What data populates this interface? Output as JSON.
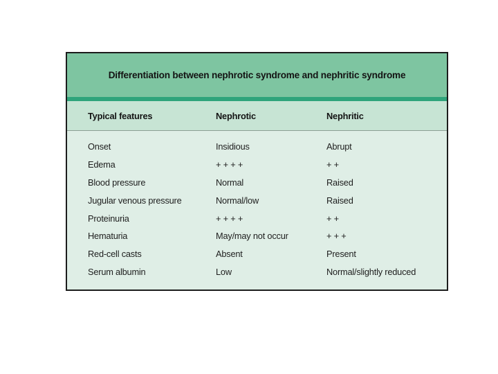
{
  "table": {
    "title": "Differentiation between nephrotic syndrome and nephritic syndrome",
    "columns": {
      "feature": "Typical features",
      "nephrotic": "Nephrotic",
      "nephritic": "Nephritic"
    },
    "rows": [
      {
        "feature": "Onset",
        "nephrotic": "Insidious",
        "nephritic": "Abrupt"
      },
      {
        "feature": "Edema",
        "nephrotic": "+ + + +",
        "nephritic": "+ +"
      },
      {
        "feature": "Blood pressure",
        "nephrotic": "Normal",
        "nephritic": "Raised"
      },
      {
        "feature": "Jugular venous pressure",
        "nephrotic": "Normal/low",
        "nephritic": "Raised"
      },
      {
        "feature": "Proteinuria",
        "nephrotic": "+ + + +",
        "nephritic": "+ +"
      },
      {
        "feature": "Hematuria",
        "nephrotic": "May/may not occur",
        "nephritic": "+ + +"
      },
      {
        "feature": "Red-cell casts",
        "nephrotic": "Absent",
        "nephritic": "Present"
      },
      {
        "feature": "Serum albumin",
        "nephrotic": "Low",
        "nephritic": "Normal/slightly reduced"
      }
    ],
    "colors": {
      "title_bg": "#7ec5a1",
      "divider": "#2fa47b",
      "header_bg": "#c7e4d4",
      "body_bg": "#dfeee6",
      "border": "#1c1c1c",
      "text": "#1e1e1e"
    }
  }
}
